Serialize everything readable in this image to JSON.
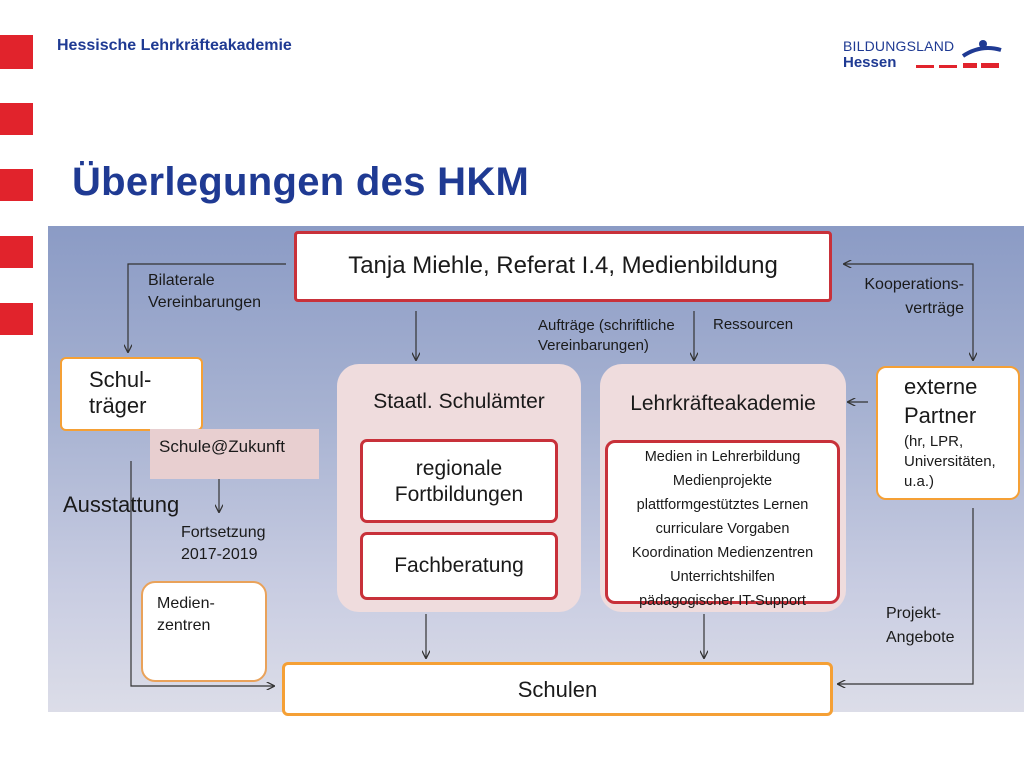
{
  "header": {
    "academy": "Hessische Lehrkräfteakademie",
    "logo_line1": "BILDUNGSLAND",
    "logo_line2": "Hessen"
  },
  "title": "Überlegungen des HKM",
  "diagram": {
    "top_box": "Tanja Miehle, Referat I.4, Medienbildung",
    "bilateral": [
      "Bilaterale",
      "Vereinbarungen"
    ],
    "kooperation": [
      "Kooperations-",
      "verträge"
    ],
    "auftraege": [
      "Aufträge (schriftliche",
      "Vereinbarungen)"
    ],
    "ressourcen": "Ressourcen",
    "schultraeger": [
      "Schul-",
      "träger"
    ],
    "schule_zukunft": "Schule@Zukunft",
    "ausstattung": "Ausstattung",
    "fortsetzung": [
      "Fortsetzung",
      "2017-2019"
    ],
    "medienzentren": [
      "Medien-",
      "zentren"
    ],
    "schulaemter_title": "Staatl. Schulämter",
    "fortbildungen": [
      "regionale",
      "Fortbildungen"
    ],
    "fachberatung": "Fachberatung",
    "akademie_title": "Lehrkräfteakademie",
    "akademie_items": [
      "Medien in Lehrerbildung",
      "Medienprojekte",
      "plattformgestütztes Lernen",
      "curriculare Vorgaben",
      "Koordination Medienzentren",
      "Unterrichtshilfen",
      "pädagogischer IT-Support"
    ],
    "externe_title": [
      "externe",
      "Partner"
    ],
    "externe_sub": [
      "(hr, LPR,",
      "Universitäten,",
      "u.a.)"
    ],
    "projekt": [
      "Projekt-",
      "Angebote"
    ],
    "schulen": "Schulen"
  },
  "colors": {
    "brand_blue": "#1f3a93",
    "accent_red": "#e1232c",
    "orange": "#f5a035"
  }
}
